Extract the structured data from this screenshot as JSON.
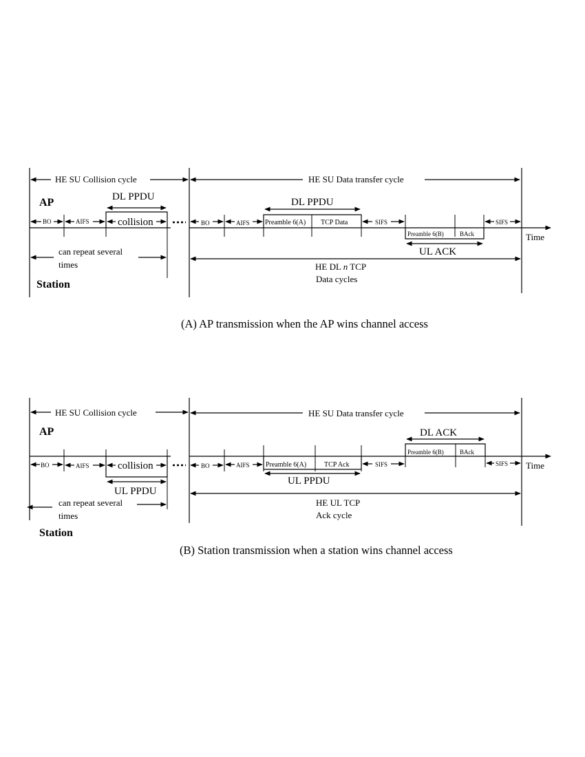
{
  "panel_a": {
    "collision_cycle": "HE SU Collision cycle",
    "data_transfer_cycle": "HE SU Data transfer cycle",
    "ap_label": "AP",
    "station_label": "Station",
    "dl_ppdu": "DL  PPDU",
    "dl_ppdu2": "DL  PPDU",
    "bo1": "BO",
    "aifs1": "AIFS",
    "collision": "collision",
    "bo2": "BO",
    "aifs2": "AIFS",
    "preamble_a": "Preamble 6(A)",
    "tcp_data": "TCP Data",
    "sifs1": "SIFS",
    "preamble_b": "Preamble 6(B)",
    "back": "BAck",
    "sifs2": "SIFS",
    "time": "Time",
    "ul_ack": "UL  ACK",
    "repeat1": "can repeat several",
    "repeat2": "times",
    "cycles1": "HE DL n  TCP",
    "cycles1_pre": "HE DL ",
    "cycles1_n": "n",
    "cycles1_post": "  TCP",
    "cycles2": "Data cycles",
    "caption": "(A)  AP  transmission when the AP wins channel access"
  },
  "panel_b": {
    "collision_cycle": "HE SU Collision cycle",
    "data_transfer_cycle": "HE SU Data transfer cycle",
    "ap_label": "AP",
    "station_label": "Station",
    "dl_ack": "DL  ACK",
    "bo1": "BO",
    "aifs1": "AIFS",
    "collision": "collision",
    "bo2": "BO",
    "aifs2": "AIFS",
    "preamble_a": "Preamble 6(A)",
    "tcp_ack": "TCP Ack",
    "sifs1": "SIFS",
    "preamble_b": "Preamble 6(B)",
    "back": "BAck",
    "sifs2": "SIFS",
    "time": "Time",
    "ul_ppdu": "UL  PPDU",
    "ul_ppdu2": "UL  PPDU",
    "repeat1": "can repeat several",
    "repeat2": "times",
    "cycles1": "HE UL TCP",
    "cycles2": "Ack cycle",
    "caption": "(B)  Station  transmission  when a  station wins channel access"
  }
}
